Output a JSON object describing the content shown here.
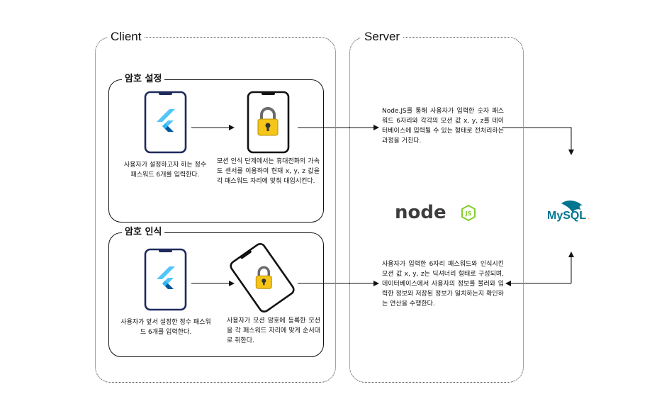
{
  "client": {
    "title": "Client",
    "setup": {
      "title": "암호 설정",
      "phone_caption": "사용자가 설정하고자 하는 정수 패스워드 6개를 입력한다.",
      "lock_caption": "모션 인식 단계에서는 휴대전화의 가속도 센서를 이용하여 현재 x, y, z 값을 각 패스워드 자리에 맞춰 대입시킨다."
    },
    "recognize": {
      "title": "암호 인식",
      "phone_caption": "사용자가 앞서 설정한 정수 패스워드 6개를 입력한다.",
      "lock_caption": "사용자가 모션 암호에 등록한 모션을 각 패스워드 자리에 맞게 순서대로 취한다."
    }
  },
  "server": {
    "title": "Server",
    "note_top": "Node.JS를 통해 사용자가 입력한 숫자 패스워드 6자리와 각각의 모션 값 x, y, z를 데이터베이스에 입력될 수 있는 형태로 전처리하는 과정을 거친다.",
    "note_bottom": "사용자가 입력한 6자리 패스워드와 인식시킨 모션 값 x, y, z는 딕셔너리 형태로 구성되며, 데이터베이스에서 사용자의 정보를 불러와 입력한 정보와 저장된 정보가 일치하는지 확인하는 연산을 수행한다."
  },
  "logos": {
    "node_word": "node",
    "node_badge": "JS",
    "mysql_word": "MySQL"
  },
  "colors": {
    "phone_frame": "#1f2a5c",
    "flutter_light": "#54c5f8",
    "flutter_dark": "#01579b",
    "lock_body": "#f5c518",
    "node_text": "#3d3d3d",
    "node_green": "#83cd29",
    "mysql_blue": "#00758f",
    "mysql_orange": "#f29111"
  },
  "icons": [
    "flutter-logo-icon",
    "lock-icon",
    "node-logo-icon",
    "mysql-logo-icon",
    "arrow-icon"
  ]
}
